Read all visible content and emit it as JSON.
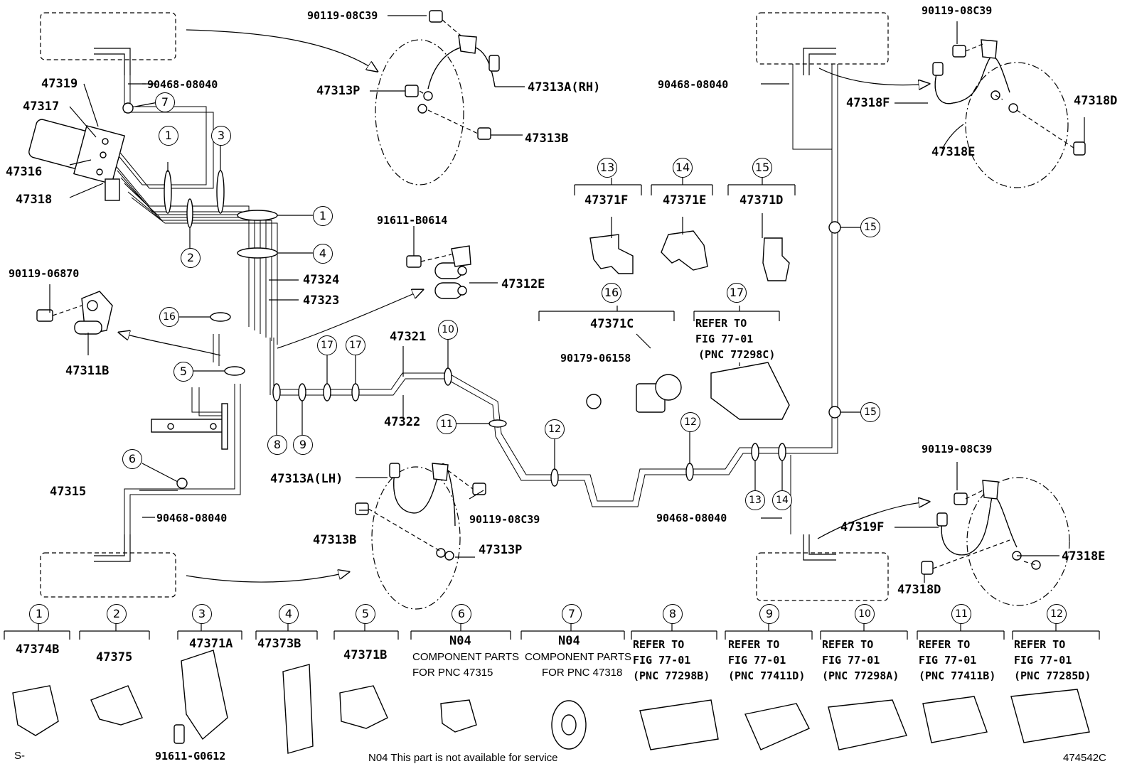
{
  "diagram_id": "474542C",
  "corner_mark": "S-",
  "footnote": "N04 This part is not available for service",
  "parts": {
    "bolt_front_rh": "90119-08C39",
    "clip_front_rh_label": "90468-08040",
    "hose_front_rh": "47313A(RH)",
    "clip_front_rh": "47313P",
    "bolt_front_rh_b": "47313B",
    "bolt_rear_rh": "90119-08C39",
    "clip_rear_rh_label": "90468-08040",
    "hose_rear_rh": "47318F",
    "bolt_rear_rh_d": "47318D",
    "clip_rear_rh_e": "47318E",
    "p47319": "47319",
    "p47317": "47317",
    "p47316": "47316",
    "p47318": "47318",
    "bolt_91611": "91611-B0614",
    "bracket_47312e": "47312E",
    "bolt_06870": "90119-06870",
    "bracket_47311b": "47311B",
    "tube_47324": "47324",
    "tube_47323": "47323",
    "tube_47321": "47321",
    "tube_47322": "47322",
    "tube_47315": "47315",
    "clip_front_lh_label": "90468-08040",
    "hose_front_lh": "47313A(LH)",
    "bolt_front_lh_b": "47313B",
    "bolt_front_lh": "90119-08C39",
    "clip_front_lh": "47313P",
    "clip_rear_lh_label": "90468-08040",
    "bolt_rear_lh": "90119-08C39",
    "hose_rear_lh": "47319F",
    "clip_rear_lh_e": "47318E",
    "bolt_rear_lh_d": "47318D"
  },
  "mid_clamps": {
    "c13": {
      "num": "13",
      "part": "47371F"
    },
    "c14": {
      "num": "14",
      "part": "47371E"
    },
    "c15": {
      "num": "15",
      "part": "47371D"
    },
    "c16": {
      "num": "16",
      "part": "47371C",
      "bolt": "90179-06158"
    },
    "c17": {
      "num": "17",
      "ref1": "REFER TO",
      "ref2": "FIG 77-01",
      "ref3": "(PNC 77298C)"
    }
  },
  "callouts": {
    "n1": "1",
    "n2": "2",
    "n3": "3",
    "n4": "4",
    "n5": "5",
    "n6": "6",
    "n7": "7",
    "n8": "8",
    "n9": "9",
    "n10": "10",
    "n11": "11",
    "n12": "12",
    "n13": "13",
    "n14": "14",
    "n15": "15",
    "n16": "16",
    "n17": "17"
  },
  "legend": [
    {
      "num": "1",
      "line1": "47374B"
    },
    {
      "num": "2",
      "line1": "47375"
    },
    {
      "num": "3",
      "line1": "47371A",
      "bolt": "91611-G0612"
    },
    {
      "num": "4",
      "line1": "47373B"
    },
    {
      "num": "5",
      "line1": "47371B"
    },
    {
      "num": "6",
      "line1": "N04",
      "note1": "COMPONENT PARTS",
      "note2": "FOR PNC 47315"
    },
    {
      "num": "7",
      "line1": "N04",
      "note1": "COMPONENT PARTS",
      "note2": "FOR PNC 47318"
    },
    {
      "num": "8",
      "ref1": "REFER TO",
      "ref2": "FIG 77-01",
      "ref3": "(PNC 77298B)"
    },
    {
      "num": "9",
      "ref1": "REFER TO",
      "ref2": "FIG 77-01",
      "ref3": "(PNC 77411D)"
    },
    {
      "num": "10",
      "ref1": "REFER TO",
      "ref2": "FIG 77-01",
      "ref3": "(PNC 77298A)"
    },
    {
      "num": "11",
      "ref1": "REFER TO",
      "ref2": "FIG 77-01",
      "ref3": "(PNC 77411B)"
    },
    {
      "num": "12",
      "ref1": "REFER TO",
      "ref2": "FIG 77-01",
      "ref3": "(PNC 77285D)"
    }
  ]
}
